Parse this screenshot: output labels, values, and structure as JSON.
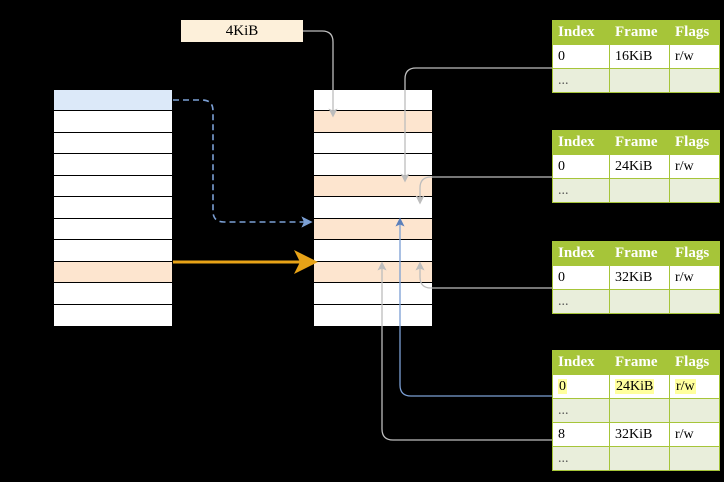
{
  "diagram": {
    "title": "virtual-memory-page-table-mapping",
    "size_label": "4KiB",
    "colors": {
      "header_green": "#a6c539",
      "row_green": "#e9eedb",
      "highlight_yellow": "#ffff9e",
      "virtual_page_blue": "#dce9f9",
      "physical_frame_peach": "#fde5cf",
      "label_peach": "#fdf0da",
      "solid_arrow_orange": "#e8a317",
      "dashed_arrow_blue": "#7b9fd4",
      "link_line_gray": "#b8b8b8",
      "link_line_blue": "#7b9fd4"
    },
    "virtual_memory": {
      "name": "virtual-address-space-column",
      "row_count": 11,
      "highlighted_rows": [
        {
          "index": 0,
          "style": "blue"
        },
        {
          "index": 8,
          "style": "peach"
        }
      ]
    },
    "physical_memory": {
      "name": "physical-memory-column",
      "row_count": 11,
      "highlighted_rows": [
        {
          "index": 1,
          "style": "peach"
        },
        {
          "index": 4,
          "style": "peach"
        },
        {
          "index": 6,
          "style": "peach"
        },
        {
          "index": 8,
          "style": "peach"
        }
      ]
    },
    "page_tables": [
      {
        "id": "page-table-1",
        "headers": [
          "Index",
          "Frame",
          "Flags"
        ],
        "rows": [
          {
            "cells": [
              "0",
              "16KiB",
              "r/w"
            ],
            "ellipsis": false,
            "highlight": []
          },
          {
            "cells": [
              "...",
              "",
              ""
            ],
            "ellipsis": true,
            "highlight": []
          }
        ]
      },
      {
        "id": "page-table-2",
        "headers": [
          "Index",
          "Frame",
          "Flags"
        ],
        "rows": [
          {
            "cells": [
              "0",
              "24KiB",
              "r/w"
            ],
            "ellipsis": false,
            "highlight": []
          },
          {
            "cells": [
              "...",
              "",
              ""
            ],
            "ellipsis": true,
            "highlight": []
          }
        ]
      },
      {
        "id": "page-table-3",
        "headers": [
          "Index",
          "Frame",
          "Flags"
        ],
        "rows": [
          {
            "cells": [
              "0",
              "32KiB",
              "r/w"
            ],
            "ellipsis": false,
            "highlight": []
          },
          {
            "cells": [
              "...",
              "",
              ""
            ],
            "ellipsis": true,
            "highlight": []
          }
        ]
      },
      {
        "id": "page-table-4",
        "headers": [
          "Index",
          "Frame",
          "Flags"
        ],
        "rows": [
          {
            "cells": [
              "0",
              "24KiB",
              "r/w"
            ],
            "ellipsis": false,
            "highlight": [
              0,
              1,
              2
            ]
          },
          {
            "cells": [
              "...",
              "",
              ""
            ],
            "ellipsis": true,
            "highlight": []
          },
          {
            "cells": [
              "8",
              "32KiB",
              "r/w"
            ],
            "ellipsis": false,
            "highlight": []
          },
          {
            "cells": [
              "...",
              "",
              ""
            ],
            "ellipsis": true,
            "highlight": []
          }
        ]
      }
    ]
  }
}
